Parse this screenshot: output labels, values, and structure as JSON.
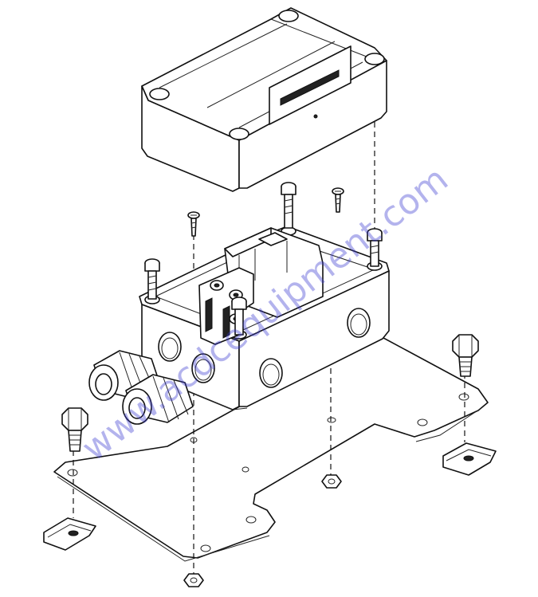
{
  "watermark": {
    "text": "www.acdcequipment.com",
    "color": "#3b3bd0"
  },
  "parts": {
    "cover": "cover",
    "enclosure": "enclosure",
    "breaker": "circuit-breaker",
    "cable_glands": "cable-glands",
    "mounting_plate": "mounting-plate",
    "bolts": "hex-bolts",
    "screws": "screws",
    "clips": "rail-clips"
  }
}
